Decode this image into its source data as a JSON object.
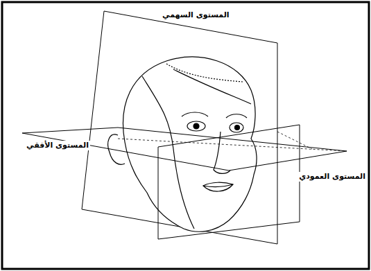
{
  "diagram": {
    "labels": [
      "المستوى السهمي",
      "المستوى الأفقي",
      "المستوى العمودي"
    ]
  }
}
